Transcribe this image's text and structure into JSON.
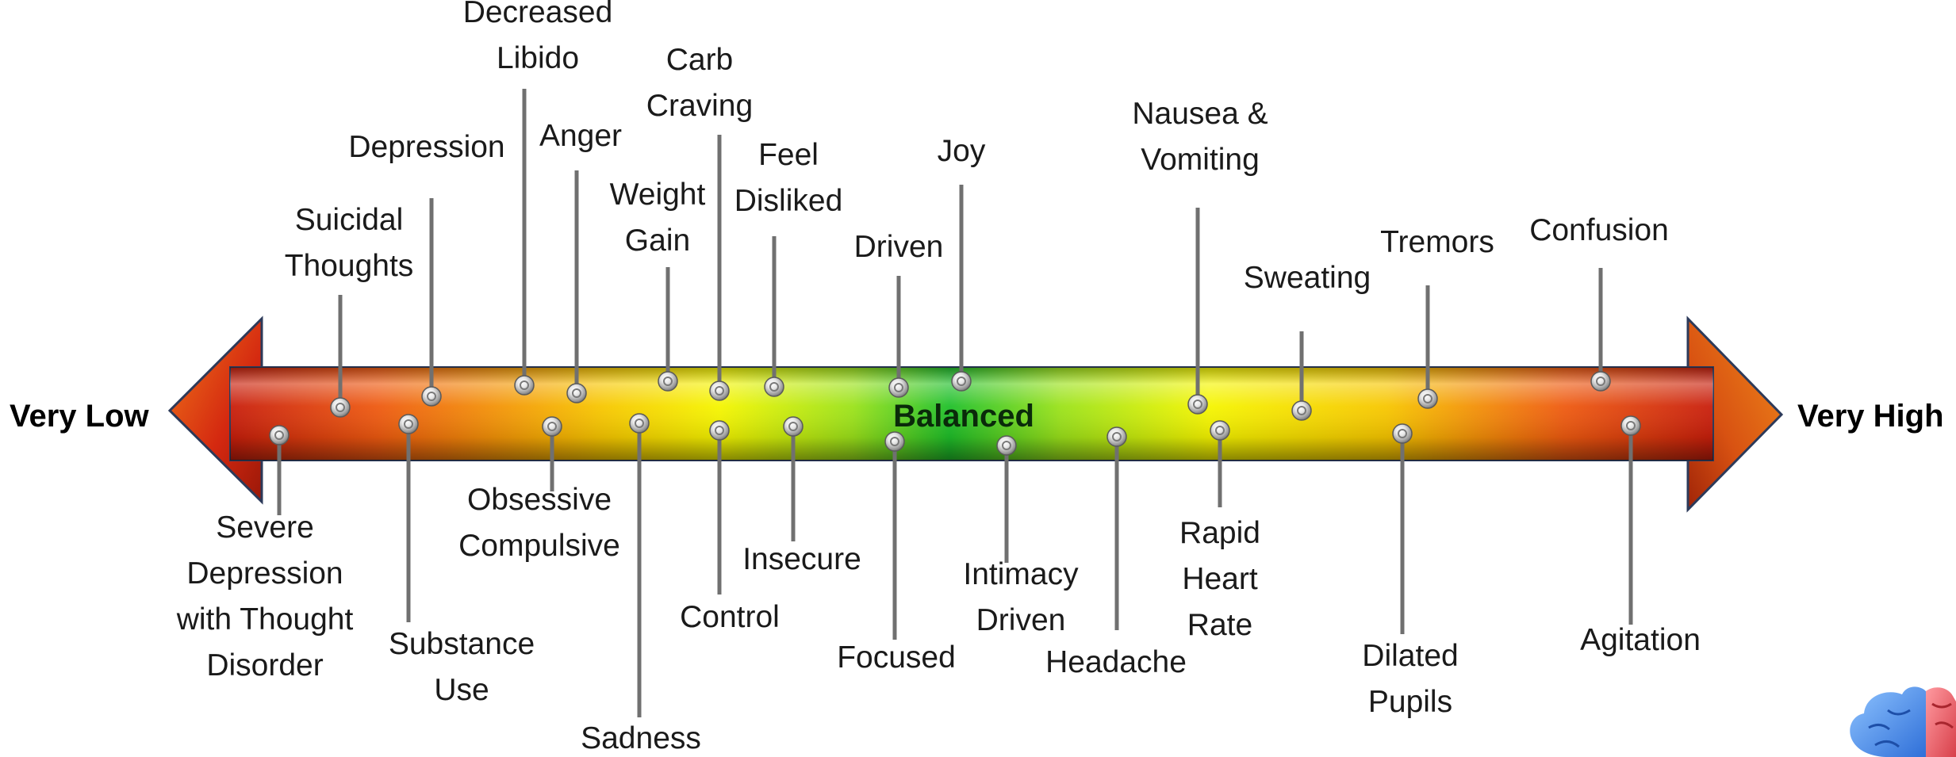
{
  "scale": {
    "left_label": "Very Low",
    "right_label": "Very High",
    "center_label": "Balanced"
  },
  "markers": [
    {
      "id": "severe-depression-with-thought-disorder",
      "lines": [
        "Severe",
        "Depression",
        "with Thought",
        "Disorder"
      ],
      "side": "below"
    },
    {
      "id": "suicidal-thoughts",
      "lines": [
        "Suicidal",
        "Thoughts"
      ],
      "side": "above"
    },
    {
      "id": "substance-use",
      "lines": [
        "Substance",
        "Use"
      ],
      "side": "below"
    },
    {
      "id": "depression",
      "lines": [
        "Depression"
      ],
      "side": "above"
    },
    {
      "id": "decreased-libido",
      "lines": [
        "Decreased",
        "Libido"
      ],
      "side": "above"
    },
    {
      "id": "obsessive-compulsive",
      "lines": [
        "Obsessive",
        "Compulsive"
      ],
      "side": "below"
    },
    {
      "id": "anger",
      "lines": [
        "Anger"
      ],
      "side": "above"
    },
    {
      "id": "sadness",
      "lines": [
        "Sadness"
      ],
      "side": "below"
    },
    {
      "id": "weight-gain",
      "lines": [
        "Weight",
        "Gain"
      ],
      "side": "above"
    },
    {
      "id": "carb-craving",
      "lines": [
        "Carb",
        "Craving"
      ],
      "side": "above"
    },
    {
      "id": "control",
      "lines": [
        "Control"
      ],
      "side": "below"
    },
    {
      "id": "feel-disliked",
      "lines": [
        "Feel",
        "Disliked"
      ],
      "side": "above"
    },
    {
      "id": "insecure",
      "lines": [
        "Insecure"
      ],
      "side": "below"
    },
    {
      "id": "focused",
      "lines": [
        "Focused"
      ],
      "side": "below"
    },
    {
      "id": "driven",
      "lines": [
        "Driven"
      ],
      "side": "above"
    },
    {
      "id": "joy",
      "lines": [
        "Joy"
      ],
      "side": "above"
    },
    {
      "id": "intimacy-driven",
      "lines": [
        "Intimacy",
        "Driven"
      ],
      "side": "below"
    },
    {
      "id": "headache",
      "lines": [
        "Headache"
      ],
      "side": "below"
    },
    {
      "id": "nausea-vomiting",
      "lines": [
        "Nausea &",
        "Vomiting"
      ],
      "side": "above"
    },
    {
      "id": "rapid-heart-rate",
      "lines": [
        "Rapid",
        "Heart",
        "Rate"
      ],
      "side": "below"
    },
    {
      "id": "sweating",
      "lines": [
        "Sweating"
      ],
      "side": "above"
    },
    {
      "id": "dilated-pupils",
      "lines": [
        "Dilated",
        "Pupils"
      ],
      "side": "below"
    },
    {
      "id": "tremors",
      "lines": [
        "Tremors"
      ],
      "side": "above"
    },
    {
      "id": "confusion",
      "lines": [
        "Confusion"
      ],
      "side": "above"
    },
    {
      "id": "agitation",
      "lines": [
        "Agitation"
      ],
      "side": "below"
    }
  ],
  "colors": {
    "extreme": "#d9300f",
    "mid": "#f5ee00",
    "balanced": "#1fbf2a",
    "connector": "#707070",
    "arrow_edge": "#2c3a5a"
  },
  "icons": [
    "brain-logo-icon"
  ]
}
